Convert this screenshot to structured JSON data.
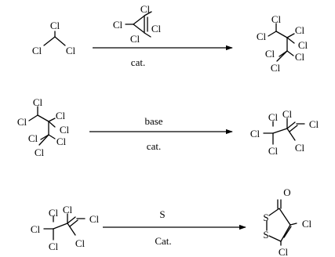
{
  "atoms": {
    "cl": "Cl",
    "s": "S",
    "o": "O"
  },
  "reactions": [
    {
      "reagent_above": "",
      "condition_below": "cat."
    },
    {
      "reagent_above": "base",
      "condition_below": "cat."
    },
    {
      "reagent_above": "S",
      "condition_below": "Cat."
    }
  ]
}
